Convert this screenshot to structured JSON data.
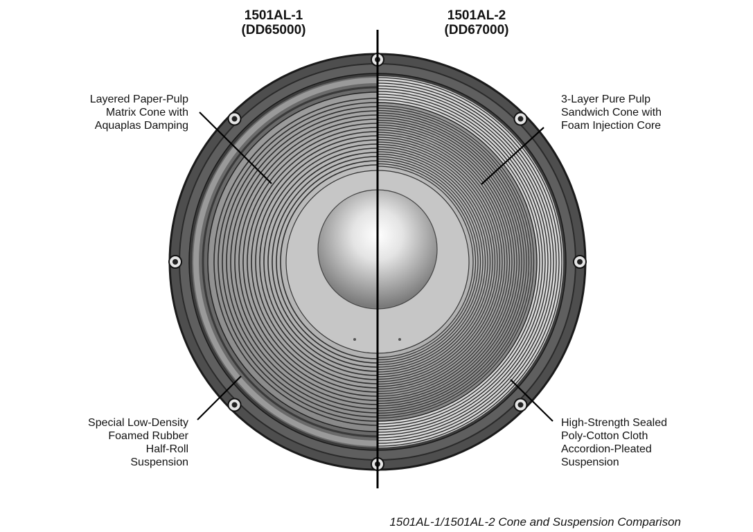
{
  "titles": {
    "left": {
      "model": "1501AL-1",
      "part": "(DD65000)"
    },
    "right": {
      "model": "1501AL-2",
      "part": "(DD67000)"
    }
  },
  "callouts": {
    "left_top": [
      "Layered Paper-Pulp",
      "Matrix Cone with",
      "Aquaplas Damping"
    ],
    "right_top": [
      "3-Layer Pure Pulp",
      "Sandwich Cone with",
      "Foam Injection Core"
    ],
    "left_bottom": [
      "Special Low-Density",
      "Foamed Rubber",
      "Half-Roll",
      "Suspension"
    ],
    "right_bottom": [
      "High-Strength Sealed",
      "Poly-Cotton Cloth",
      "Accordion-Pleated",
      "Suspension"
    ]
  },
  "caption": "1501AL-1/1501AL-2 Cone and Suspension Comparison",
  "colors": {
    "frame": "#5a5a5a",
    "frame_dark": "#2a2a2a",
    "cone": "#9a9a9a",
    "surround_left": "#6e6e6e",
    "line": "#000000"
  }
}
